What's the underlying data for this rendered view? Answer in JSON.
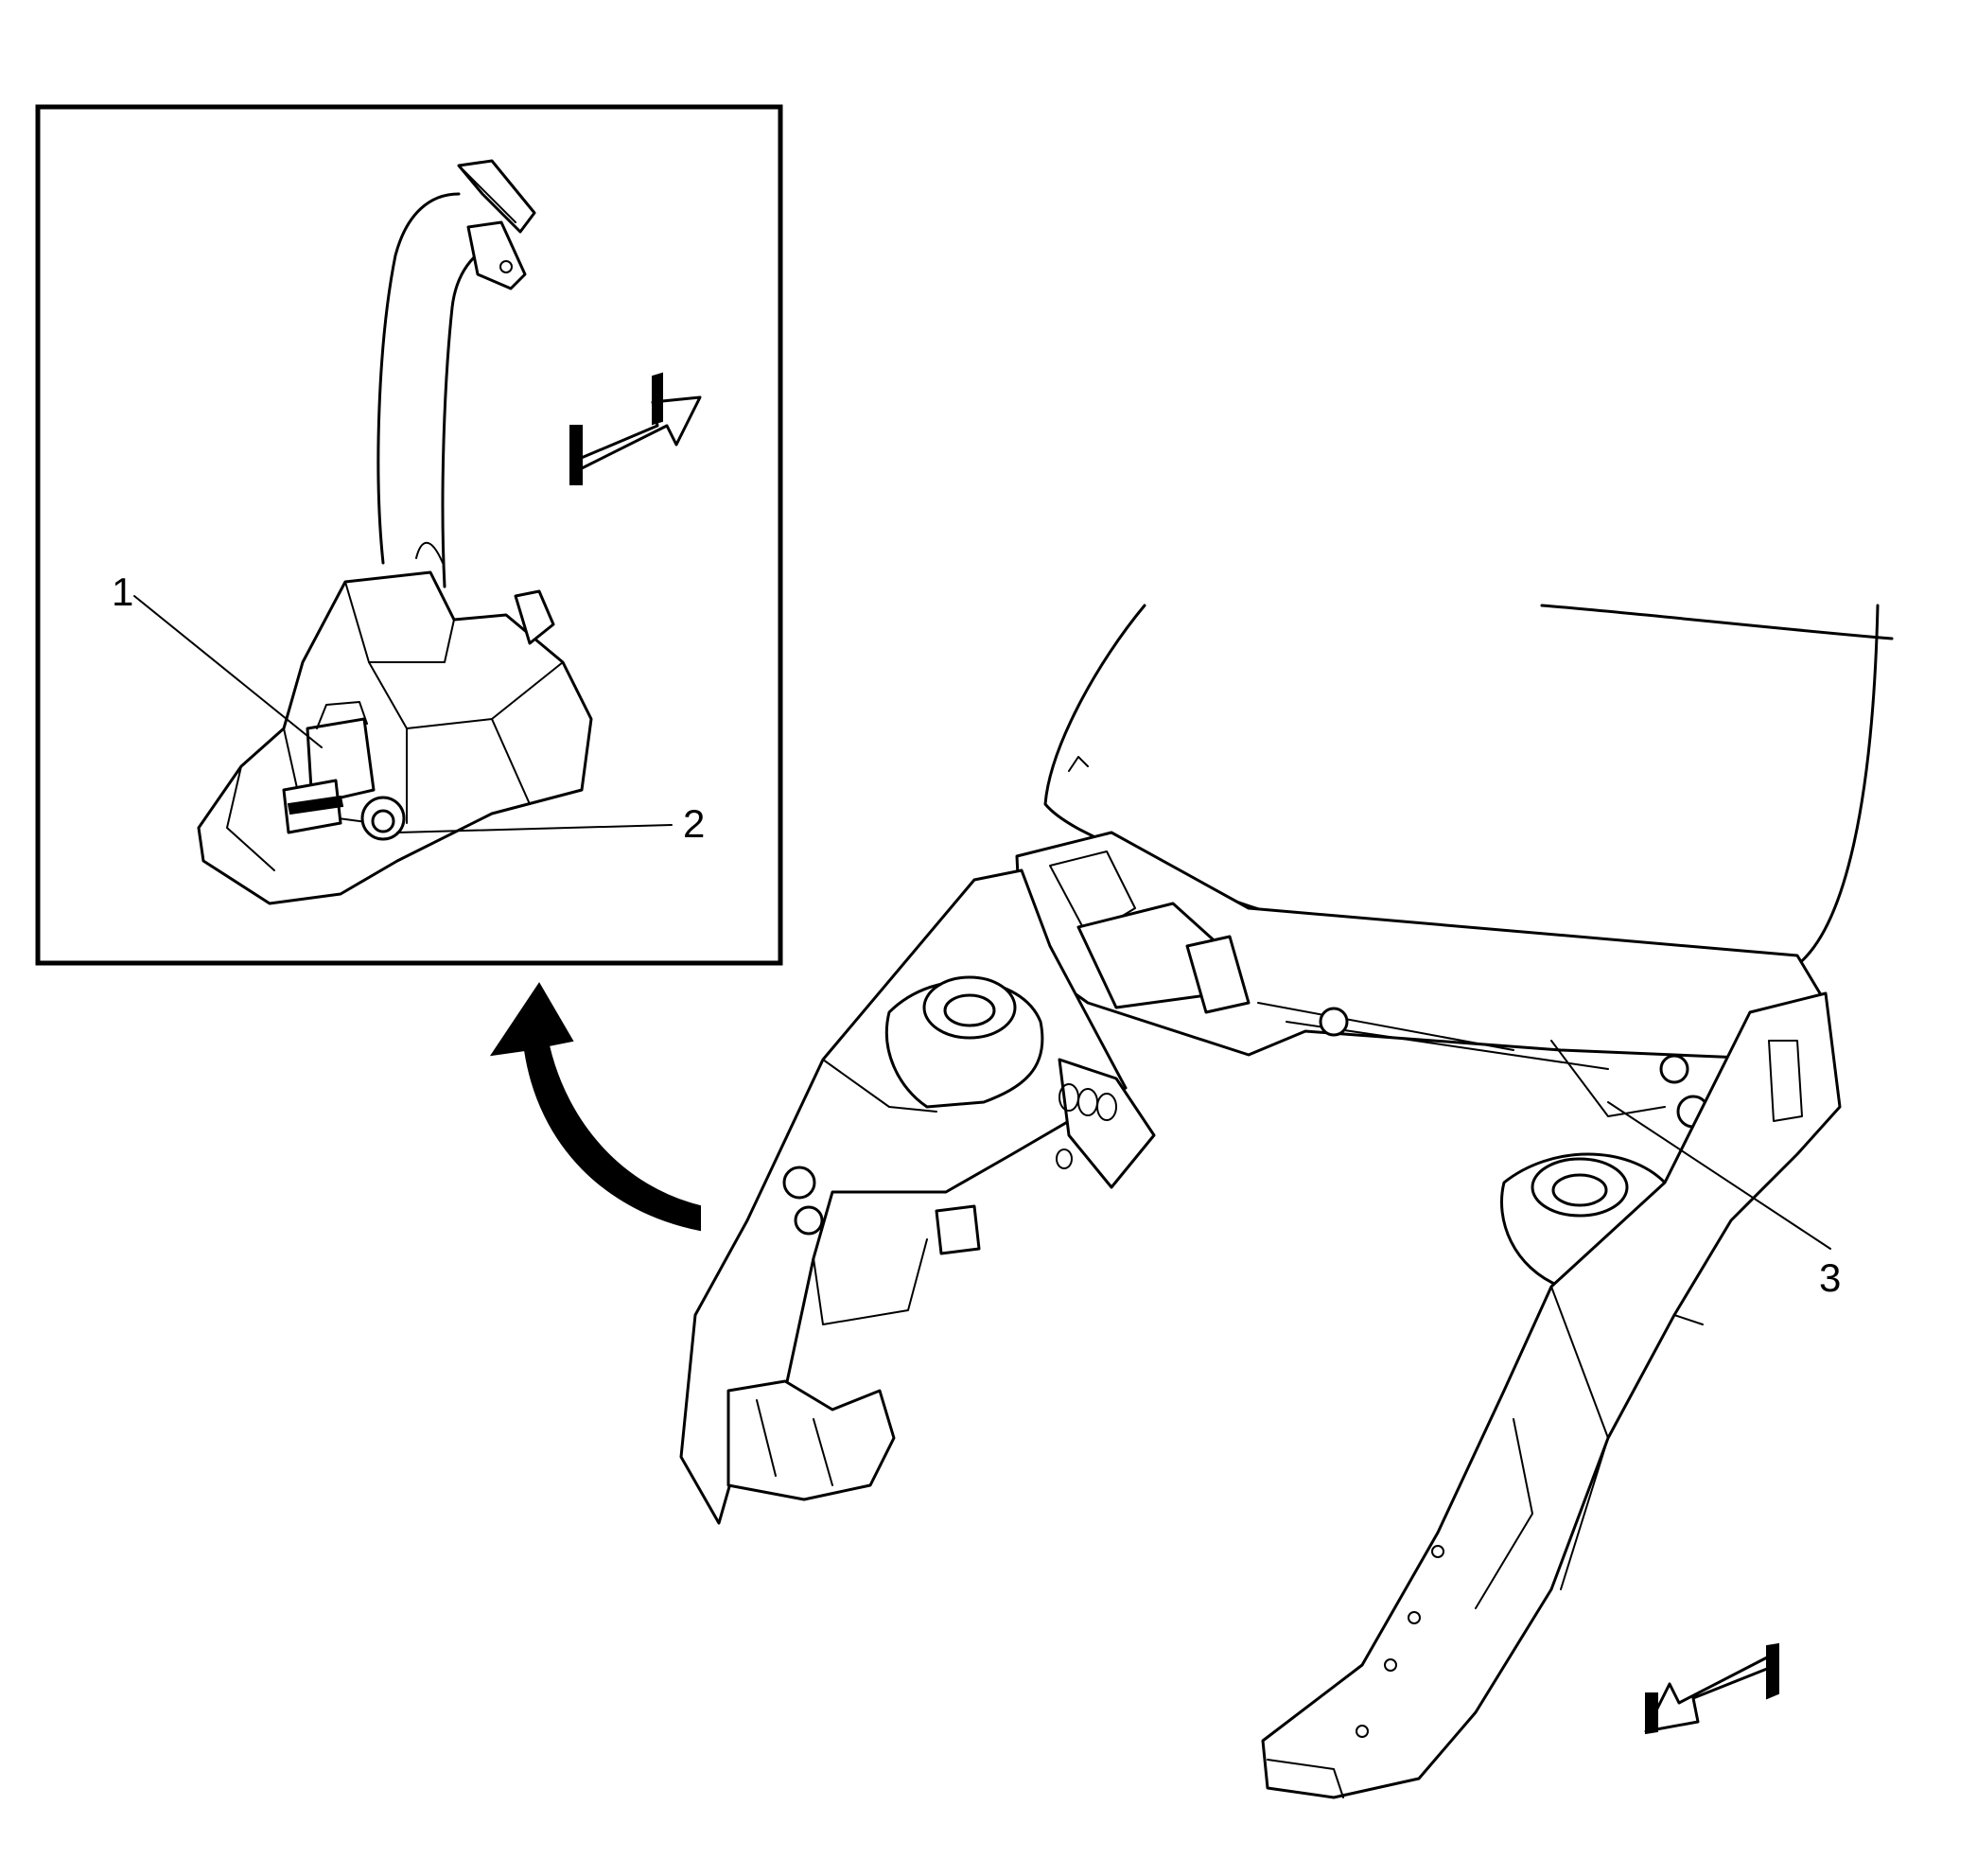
{
  "callouts": [
    {
      "id": "1",
      "label": "1"
    },
    {
      "id": "2",
      "label": "2"
    },
    {
      "id": "3",
      "label": "3"
    }
  ],
  "colors": {
    "line": "#000000",
    "background": "#ffffff"
  },
  "icons": [
    "arrow-forward-icon",
    "arrow-rearward-icon",
    "curved-detail-arrow-icon"
  ]
}
